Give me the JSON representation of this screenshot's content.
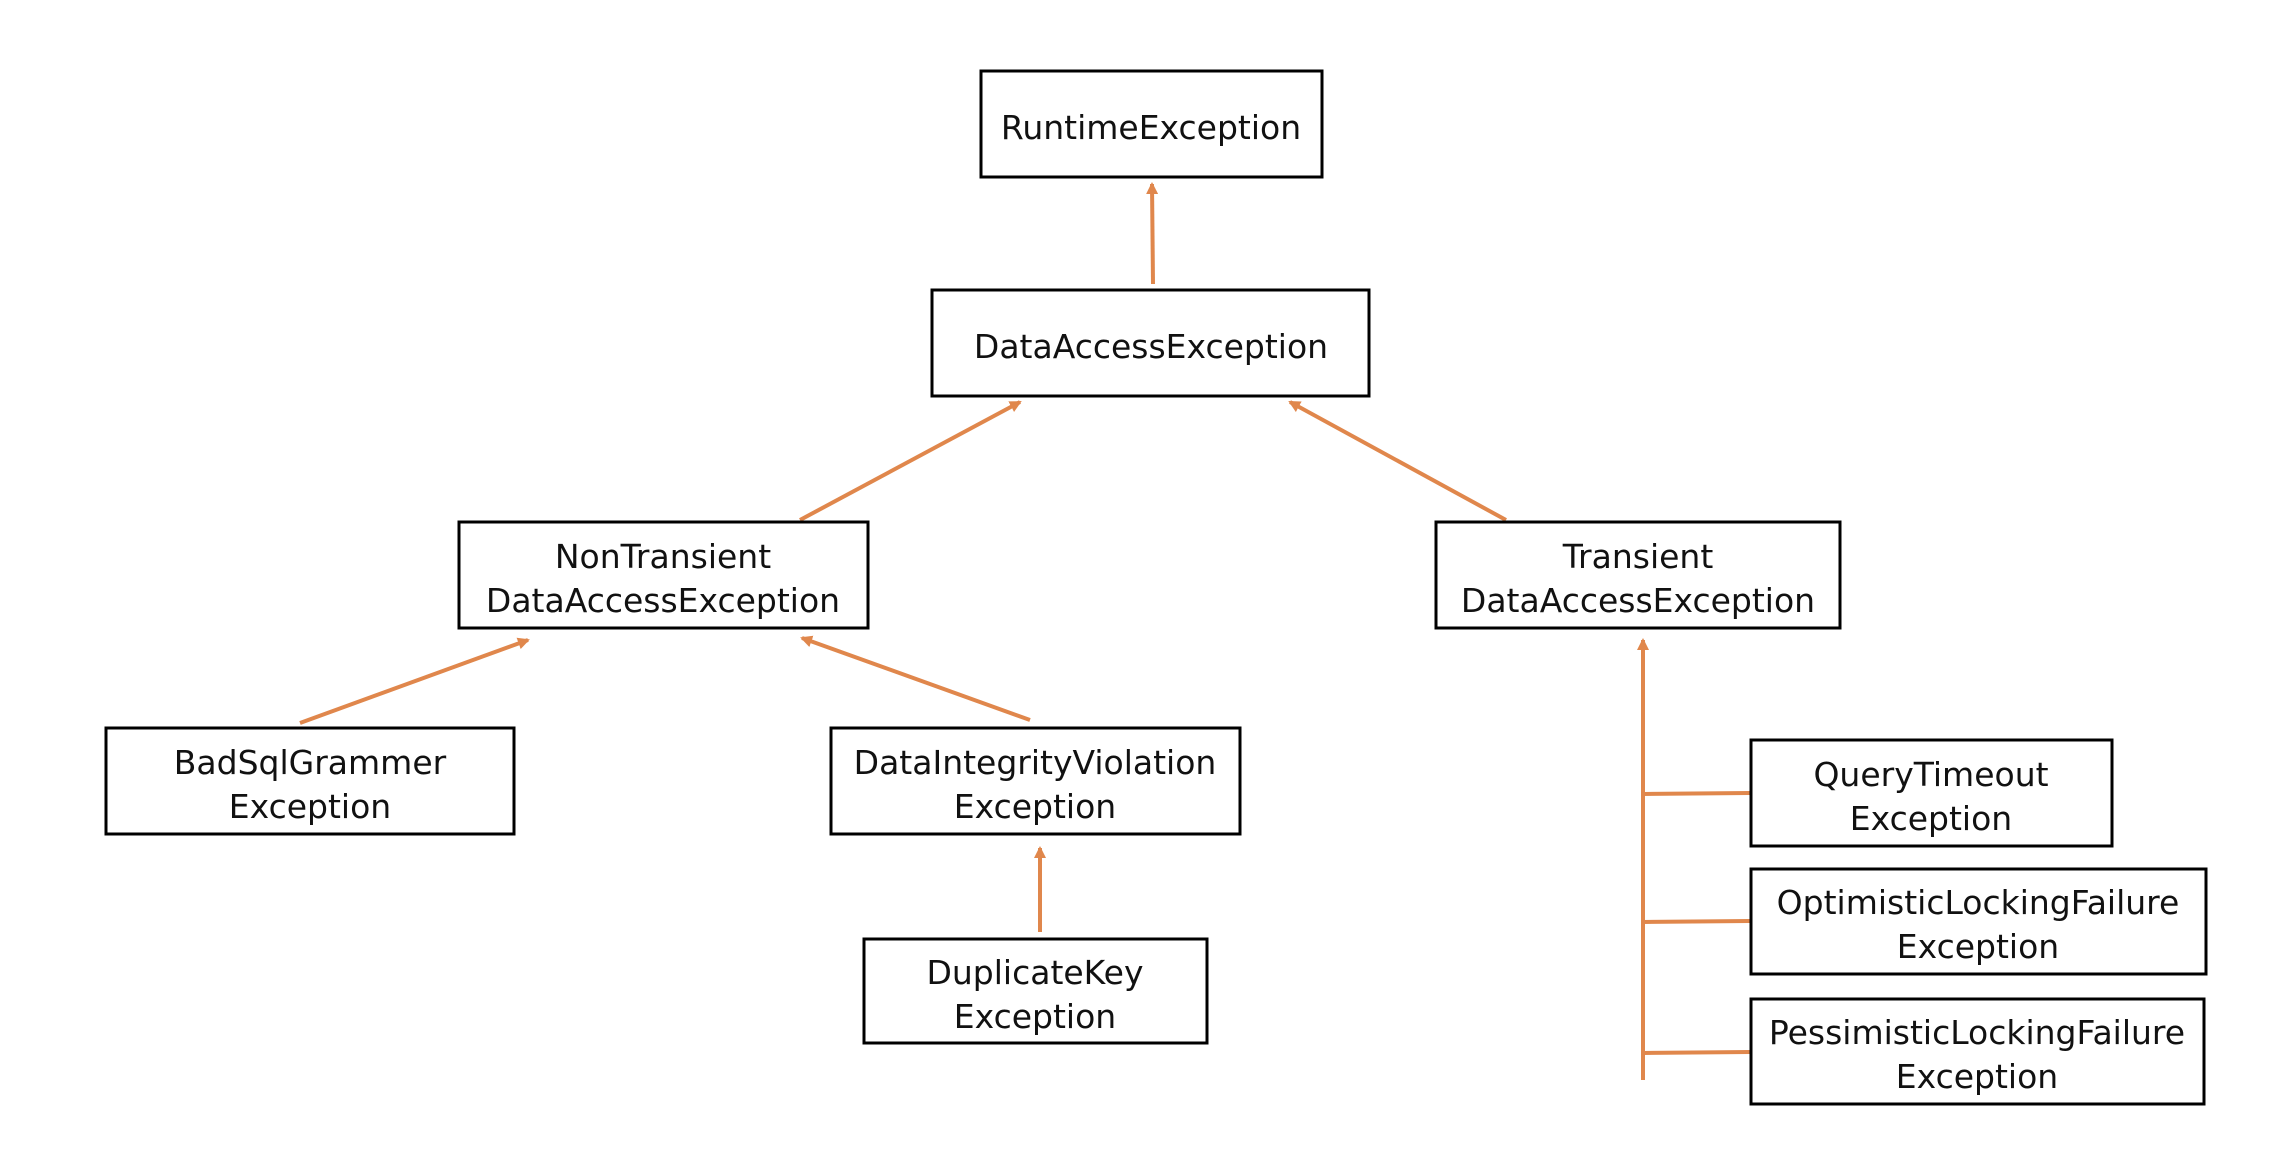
{
  "colors": {
    "edge": "#e0874c",
    "box_border": "#000000",
    "background": "#ffffff",
    "text": "#111111"
  },
  "nodes": {
    "runtime": {
      "lines": [
        "RuntimeException"
      ]
    },
    "data_access": {
      "lines": [
        "DataAccessException"
      ]
    },
    "non_transient": {
      "lines": [
        "NonTransient",
        "DataAccessException"
      ]
    },
    "transient": {
      "lines": [
        "Transient",
        "DataAccessException"
      ]
    },
    "bad_sql": {
      "lines": [
        "BadSqlGrammer",
        "Exception"
      ]
    },
    "data_integrity": {
      "lines": [
        "DataIntegrityViolation",
        "Exception"
      ]
    },
    "duplicate_key": {
      "lines": [
        "DuplicateKey",
        "Exception"
      ]
    },
    "query_timeout": {
      "lines": [
        "QueryTimeout",
        "Exception"
      ]
    },
    "optimistic": {
      "lines": [
        "OptimisticLockingFailure",
        "Exception"
      ]
    },
    "pessimistic": {
      "lines": [
        "PessimisticLockingFailure",
        "Exception"
      ]
    }
  },
  "edges": [
    {
      "from": "data_access",
      "to": "runtime"
    },
    {
      "from": "non_transient",
      "to": "data_access"
    },
    {
      "from": "transient",
      "to": "data_access"
    },
    {
      "from": "bad_sql",
      "to": "non_transient"
    },
    {
      "from": "data_integrity",
      "to": "non_transient"
    },
    {
      "from": "duplicate_key",
      "to": "data_integrity"
    },
    {
      "from": "query_timeout",
      "to": "transient"
    },
    {
      "from": "optimistic",
      "to": "transient"
    },
    {
      "from": "pessimistic",
      "to": "transient"
    }
  ]
}
